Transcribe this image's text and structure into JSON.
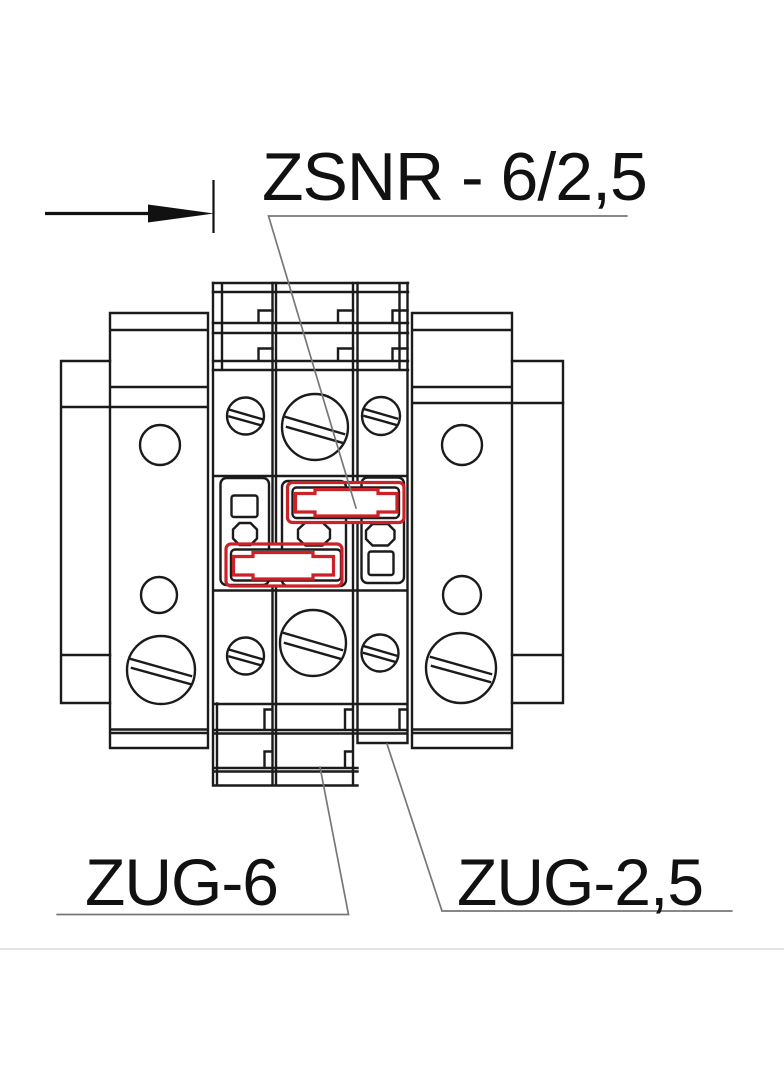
{
  "diagram": {
    "title_label": "ZSNR - 6/2,5",
    "left_terminal_label": "ZUG-6",
    "right_terminal_label": "ZUG-2,5",
    "highlight_color": "#cc2127",
    "line_color": "#1b1b1b",
    "leader_color": "#777777",
    "text_color": "#111111",
    "background_color": "#ffffff"
  }
}
